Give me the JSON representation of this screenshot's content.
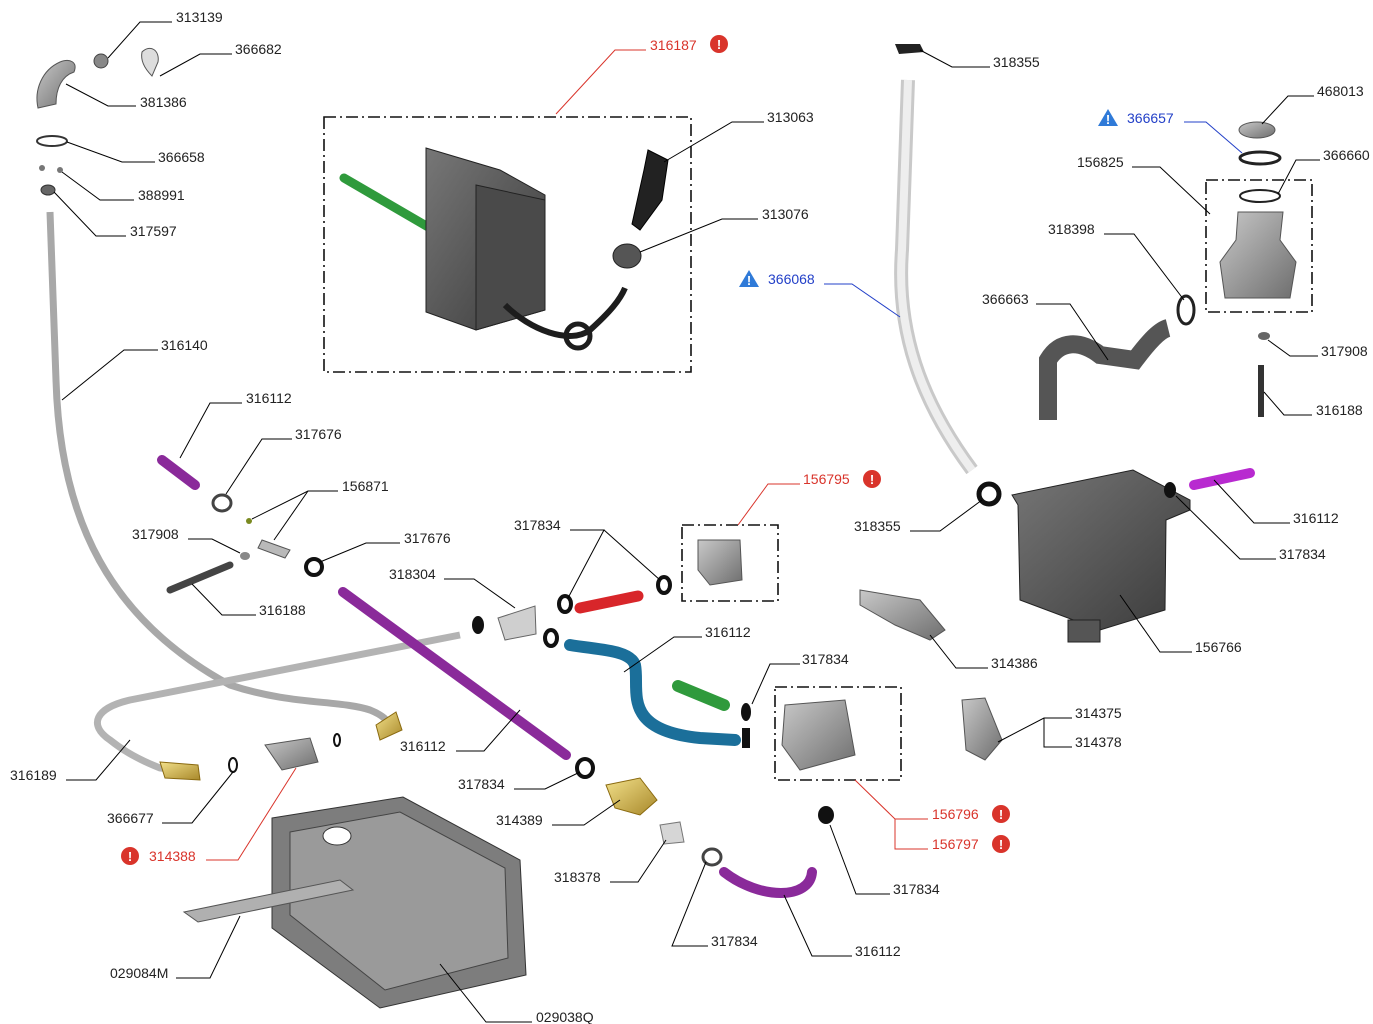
{
  "callouts": {
    "c313139": "313139",
    "c366682": "366682",
    "c381386": "381386",
    "c366658": "366658",
    "c388991": "388991",
    "c317597": "317597",
    "c316140": "316140",
    "c316187": "316187",
    "c313063": "313063",
    "c313076": "313076",
    "c318355a": "318355",
    "c366068": "366068",
    "c468013": "468013",
    "c366657": "366657",
    "c366660": "366660",
    "c156825": "156825",
    "c318398": "318398",
    "c366663": "366663",
    "c317908a": "317908",
    "c316188a": "316188",
    "c316112a": "316112",
    "c317676a": "317676",
    "c156871": "156871",
    "c317908b": "317908",
    "c316188b": "316188",
    "c317676b": "317676",
    "c317834a": "317834",
    "c318304": "318304",
    "c156795": "156795",
    "c318355b": "318355",
    "c316112b": "316112",
    "c317834b": "317834",
    "c156766": "156766",
    "c314386": "314386",
    "c316112c": "316112",
    "c317834c": "317834",
    "c314375": "314375",
    "c314378": "314378",
    "c316189": "316189",
    "c316112d": "316112",
    "c317834d": "317834",
    "c366677": "366677",
    "c314389": "314389",
    "c156796": "156796",
    "c156797": "156797",
    "c314388": "314388",
    "c318378": "318378",
    "c317834e": "317834",
    "c317834f": "317834",
    "c316112e": "316112",
    "c029084M": "029084M",
    "c029038Q": "029038Q"
  },
  "badges": {
    "warn": "!",
    "info": "!"
  },
  "colors": {
    "red_callout": "#d9342b",
    "blue_callout": "#2340c8",
    "hose_purple": "#8a2a9a",
    "hose_green": "#2f9a3c",
    "hose_red": "#d8262a",
    "hose_blue": "#1b6f9a",
    "metal": "#8a8a8a"
  }
}
